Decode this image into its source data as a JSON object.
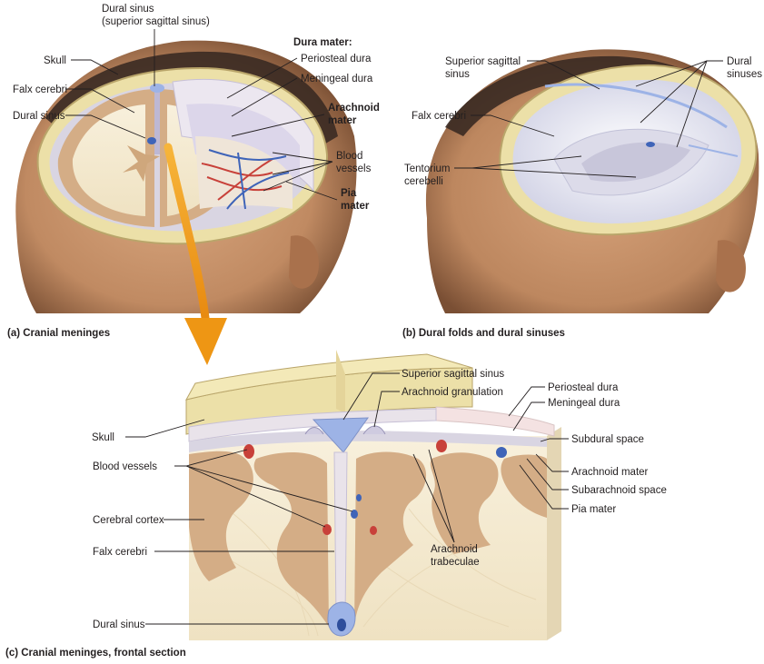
{
  "panel_a": {
    "caption": "(a) Cranial meninges",
    "labels": {
      "dural_sinus_top_1": "Dural sinus",
      "dural_sinus_top_2": "(superior sagittal sinus)",
      "skull": "Skull",
      "falx_cerebri": "Falx cerebri",
      "dural_sinus": "Dural sinus",
      "dura_mater": "Dura mater:",
      "periosteal_dura": "Periosteal dura",
      "meningeal_dura": "Meningeal dura",
      "arachnoid_1": "Arachnoid",
      "arachnoid_2": "mater",
      "blood_1": "Blood",
      "blood_2": "vessels",
      "pia_1": "Pia",
      "pia_2": "mater"
    }
  },
  "panel_b": {
    "caption": "(b) Dural folds and dural sinuses",
    "labels": {
      "superior_sagittal_1": "Superior sagittal",
      "superior_sagittal_2": "sinus",
      "dural_1": "Dural",
      "dural_2": "sinuses",
      "falx_cerebri": "Falx cerebri",
      "tentorium_1": "Tentorium",
      "tentorium_2": "cerebelli"
    }
  },
  "panel_c": {
    "caption": "(c) Cranial meninges, frontal section",
    "labels": {
      "superior_sagittal_sinus": "Superior sagittal sinus",
      "arachnoid_granulation": "Arachnoid granulation",
      "periosteal_dura": "Periosteal dura",
      "meningeal_dura": "Meningeal dura",
      "skull": "Skull",
      "subdural_space": "Subdural space",
      "blood_vessels": "Blood vessels",
      "arachnoid_mater": "Arachnoid mater",
      "subarachnoid_space": "Subarachnoid space",
      "pia_mater": "Pia mater",
      "cerebral_cortex": "Cerebral cortex",
      "falx_cerebri": "Falx cerebri",
      "arachnoid_trabeculae_1": "Arachnoid",
      "arachnoid_trabeculae_2": "trabeculae",
      "dural_sinus": "Dural sinus"
    }
  },
  "colors": {
    "skin": "#c9956e",
    "skin_dark": "#8a5a3c",
    "hair": "#3a2a22",
    "bone": "#ece0a8",
    "bone_edge": "#b9a56a",
    "dura": "#e9e3ea",
    "brain_white": "#f6ecd8",
    "cortex": "#d4ad86",
    "sinus_blue": "#9db3e6",
    "vein_blue": "#3f64b8",
    "artery_red": "#c8413a",
    "arrow_orange": "#f2a01c"
  }
}
